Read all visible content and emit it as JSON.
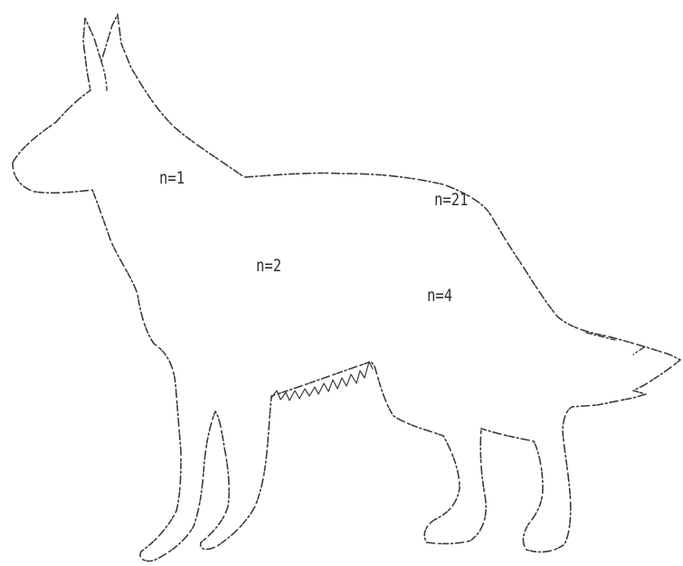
{
  "regions": [
    {
      "id": "head",
      "label": "n=1"
    },
    {
      "id": "chest",
      "label": "n=2"
    },
    {
      "id": "back",
      "label": "n=21"
    },
    {
      "id": "flank",
      "label": "n=4"
    }
  ],
  "colors": {
    "outline": "#3a3a3a",
    "label": "#2f2f2f",
    "background": "#ffffff"
  }
}
